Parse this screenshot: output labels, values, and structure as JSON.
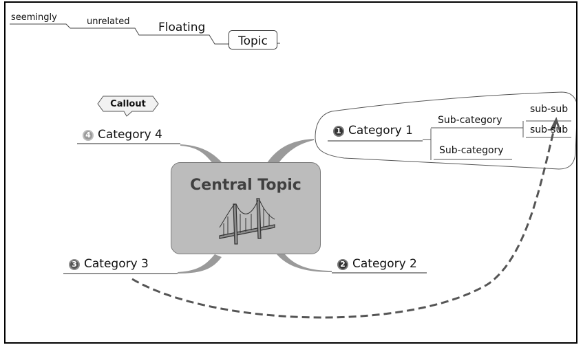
{
  "floating": {
    "word1": "seemingly",
    "word2": "unrelated",
    "word3": "Floating",
    "topic": "Topic"
  },
  "central": {
    "title": "Central Topic",
    "image_icon": "bridge-icon"
  },
  "callout": {
    "label": "Callout"
  },
  "categories": [
    {
      "number": "1",
      "label": "Category 1",
      "icon_color": "#333333"
    },
    {
      "number": "2",
      "label": "Category 2",
      "icon_color": "#333333"
    },
    {
      "number": "3",
      "label": "Category 3",
      "icon_color": "#555555"
    },
    {
      "number": "4",
      "label": "Category 4",
      "icon_color": "#9a9a9a"
    }
  ],
  "subcategories": [
    {
      "label": "Sub-category"
    },
    {
      "label": "Sub-category"
    }
  ],
  "subsubs": [
    {
      "label": "sub-sub"
    },
    {
      "label": "sub-sub"
    }
  ],
  "colors": {
    "central_fill": "#bcbcbc",
    "branch": "#8a8a8a",
    "relationship": "#555555"
  }
}
